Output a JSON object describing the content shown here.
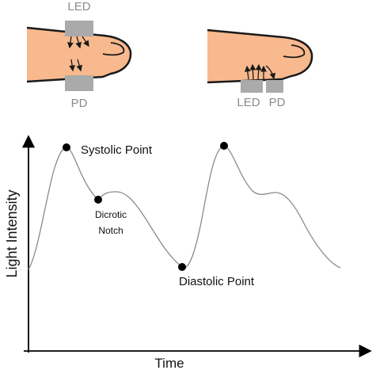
{
  "top_diagrams": {
    "transmissive": {
      "led_label": "LED",
      "pd_label": "PD"
    },
    "reflective": {
      "led_label": "LED",
      "pd_label": "PD"
    }
  },
  "waveform": {
    "ylabel": "Light Intensity",
    "xlabel": "Time",
    "annotations": {
      "systolic": "Systolic Point",
      "dicrotic_line1": "Dicrotic",
      "dicrotic_line2": "Notch",
      "diastolic": "Diastolic Point"
    }
  },
  "colors": {
    "skin": "#f8b98e",
    "outline": "#1a1a1a",
    "sensor": "#aaaaaa",
    "sensor_label": "#8c8c8c",
    "curve": "#8a8a8a"
  }
}
